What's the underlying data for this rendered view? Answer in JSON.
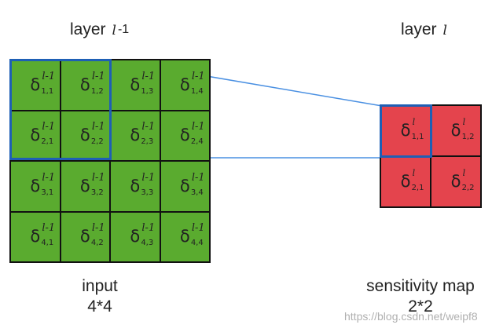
{
  "layer_prev": {
    "word": "layer",
    "symbol": "l",
    "suffix": "-1"
  },
  "layer_curr": {
    "word": "layer",
    "symbol": "l"
  },
  "input_grid": {
    "delta": "δ",
    "superscript": "l-1",
    "cells": [
      [
        "1,1",
        "1,2",
        "1,3",
        "1,4"
      ],
      [
        "2,1",
        "2,2",
        "2,3",
        "2,4"
      ],
      [
        "3,1",
        "3,2",
        "3,3",
        "3,4"
      ],
      [
        "4,1",
        "4,2",
        "4,3",
        "4,4"
      ]
    ]
  },
  "output_grid": {
    "delta": "δ",
    "superscript": "l",
    "cells": [
      [
        "1,1",
        "1,2"
      ],
      [
        "2,1",
        "2,2"
      ]
    ]
  },
  "captions": {
    "input": {
      "name": "input",
      "size": "4*4"
    },
    "output": {
      "name": "sensitivity map",
      "size": "2*2"
    }
  },
  "watermark": "https://blog.csdn.net/weipf8",
  "colors": {
    "input_cell": "#5aab2f",
    "output_cell": "#e4444d",
    "highlight": "#1e5fb5",
    "connector": "#4a90e2",
    "grid_border": "#111111"
  }
}
